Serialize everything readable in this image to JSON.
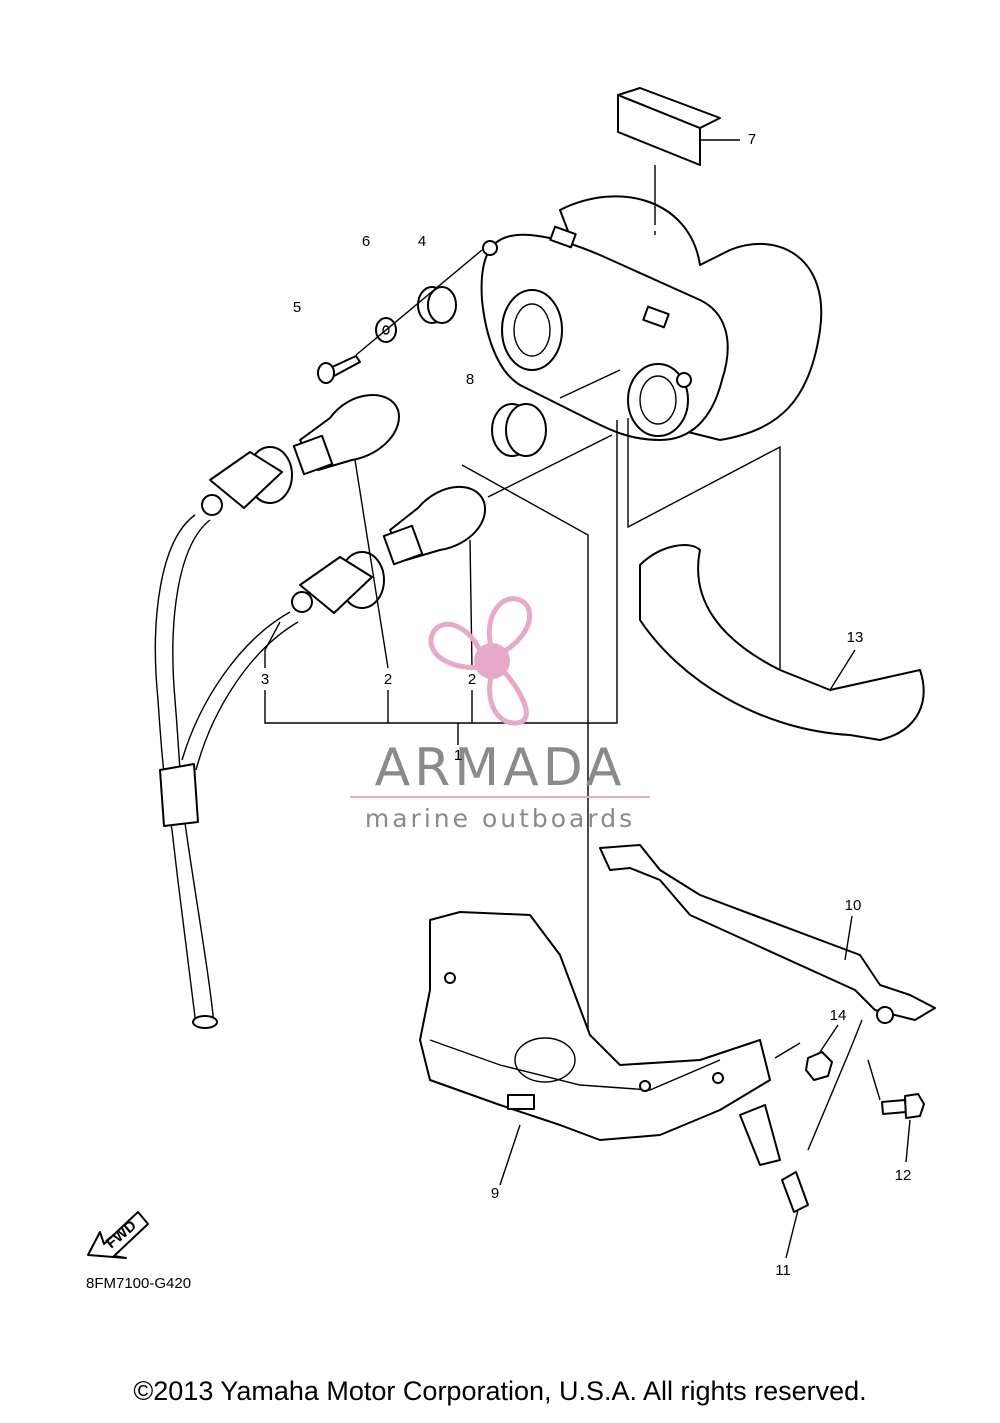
{
  "callouts": {
    "c1": "1",
    "c2a": "2",
    "c2b": "2",
    "c3": "3",
    "c4": "4",
    "c5": "5",
    "c6": "6",
    "c7": "7",
    "c8": "8",
    "c9": "9",
    "c10": "10",
    "c11": "11",
    "c12": "12",
    "c13": "13",
    "c14": "14"
  },
  "fwd_label": "FWD",
  "diagram_code": "8FM7100-G420",
  "watermark": {
    "brand": "ARMADA",
    "tagline": "marine outboards",
    "accent_color": "#e8a8c8"
  },
  "copyright": "©2013 Yamaha Motor Corporation, U.S.A. All rights reserved."
}
